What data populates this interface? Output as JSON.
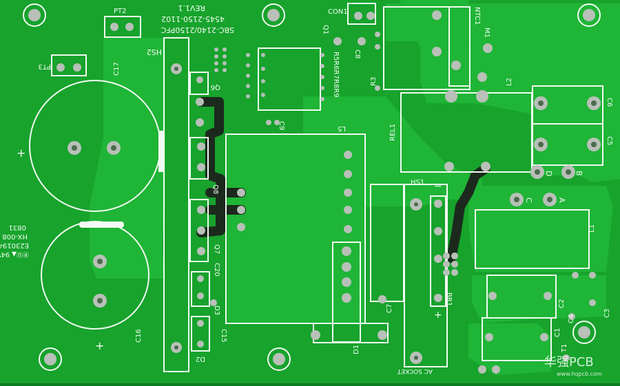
{
  "colors": {
    "board": "#17a32c",
    "board_dark": "#0f8a24",
    "copper_pour": "#1fb536",
    "silkscreen": "#f3faf3",
    "pad": "#b8c0b8",
    "hole": "#4c6b4f",
    "trace_dark": "#1b2a1d"
  },
  "labels": {
    "pt2": "PT2",
    "pt3": "PT3",
    "hs2": "HS2",
    "c17": "C17",
    "c16": "C16",
    "q6": "Q6",
    "q8": "Q8",
    "q7": "Q7",
    "c20": "C20",
    "d3": "D3",
    "c15": "C15",
    "d2": "D2",
    "c9": "C9",
    "q1": "Q1",
    "con1": "CON1",
    "c8": "C8",
    "r3": "R3",
    "r5r6r7r8r9": "R5R6R7R8R9",
    "rel1": "REL1",
    "l5": "L5",
    "ntc1": "NTC1",
    "m1": "M1",
    "l2": "L2",
    "c6": "C6",
    "c5": "C5",
    "d": "D",
    "b": "B",
    "hs1": "HS1",
    "c": "C",
    "a": "A",
    "l1": "L1",
    "br1": "BR1",
    "c7": "C7",
    "d1": "D1",
    "c2": "C2",
    "c3": "C3",
    "c4": "C4",
    "c1": "C1",
    "t1": "T1",
    "ac_socket": "AC SOCKET",
    "board_name": "SBC-2140/2150PFC",
    "part_number": "4545-2150-1102",
    "revision": "REV1.1",
    "ul_mark": "94V0",
    "cert_number": "E230194",
    "hx": "HX-008",
    "date_code": "0831",
    "watermark": "华强PCB",
    "watermark_url": "www.hqpcb.com"
  }
}
